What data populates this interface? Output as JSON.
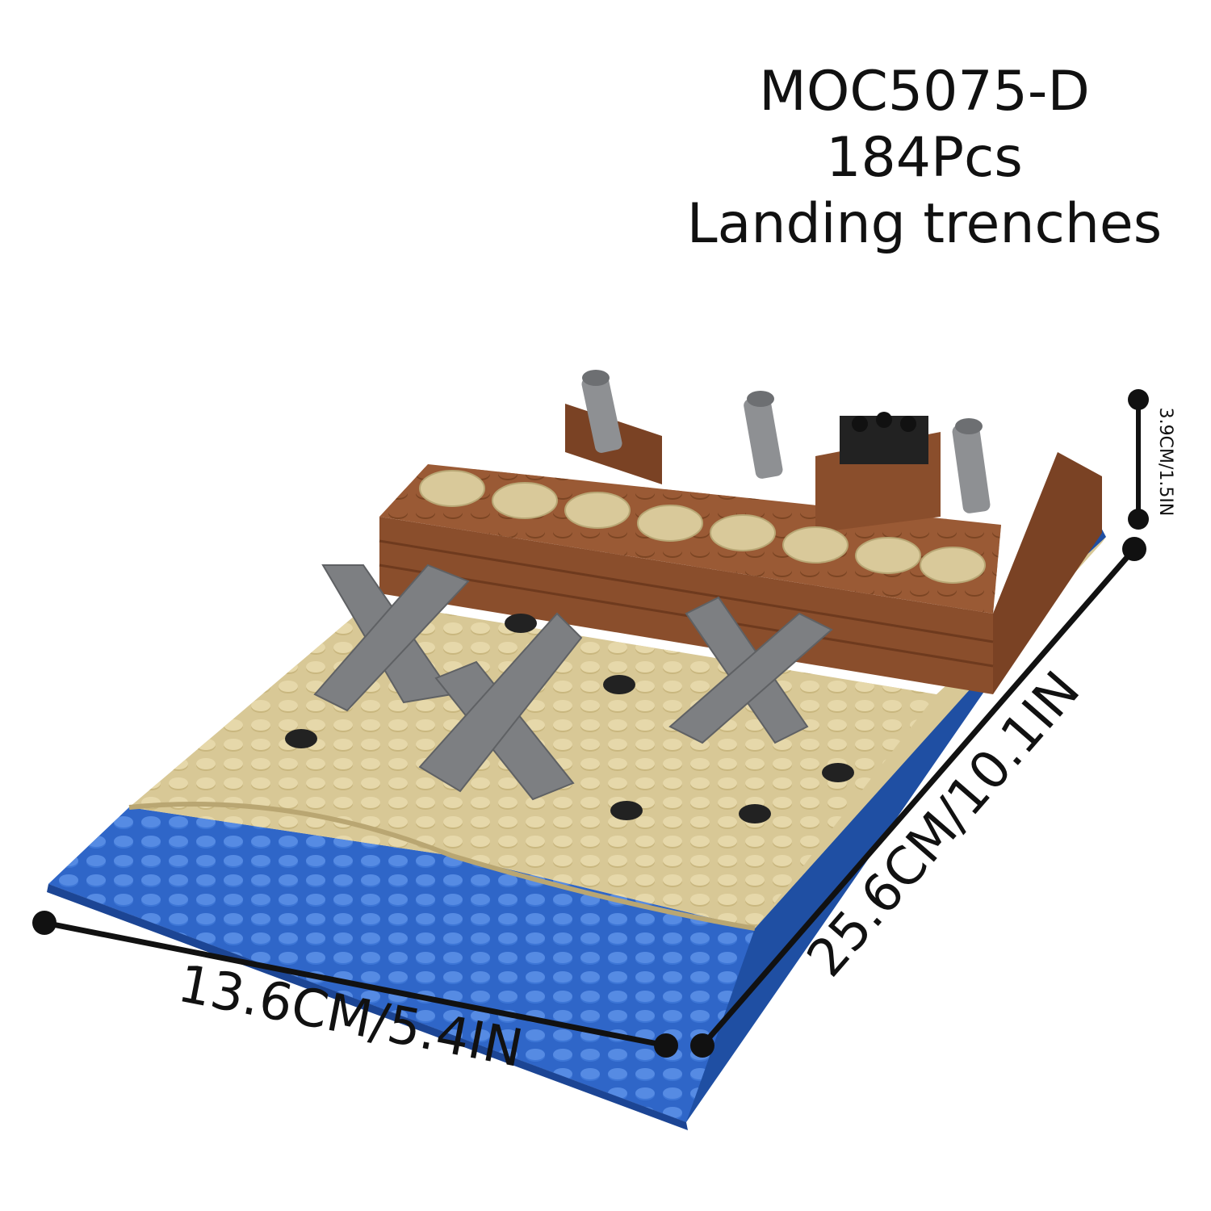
{
  "product": {
    "model": "MOC5075-D",
    "pieces": "184Pcs",
    "name": "Landing trenches"
  },
  "dimensions": {
    "width": "13.6CM/5.4IN",
    "length": "25.6CM/10.1IN",
    "height": "3.9CM/1.5IN"
  },
  "colors": {
    "water": "#2f66c8",
    "sand": "#d8c896",
    "earth": "#8a4e2c",
    "sandbag": "#d9c99a",
    "steel": "#7d7f82",
    "dimension_line": "#111111"
  },
  "icons": [
    "czech-hedgehog-icon",
    "mortar-icon",
    "landmine-icon"
  ]
}
